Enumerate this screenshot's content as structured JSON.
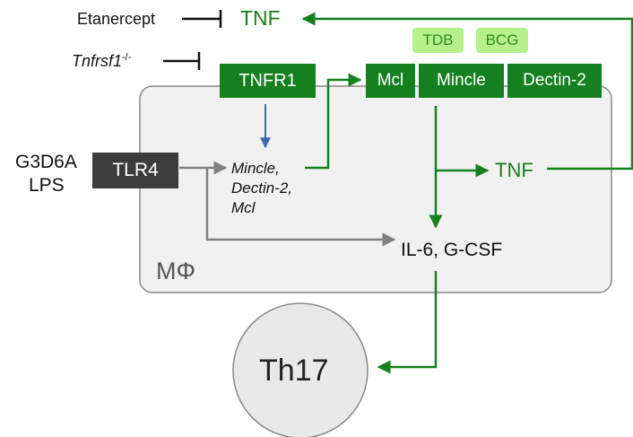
{
  "inhibitors": {
    "etanercept": "Etanercept",
    "tnfrsf1_gene": "Tnfrsf1",
    "tnfrsf1_sup": "-/-"
  },
  "tnf_top": "TNF",
  "tnf_mid": "TNF",
  "tnfr1": "TNFR1",
  "ligands": {
    "tdb": "TDB",
    "bcg": "BCG"
  },
  "receptors": {
    "mcl": "Mcl",
    "mincle": "Mincle",
    "dectin2": "Dectin-2"
  },
  "stimuli": {
    "g3d6a": "G3D6A",
    "lps": "LPS"
  },
  "tlr4": "TLR4",
  "induced_genes": {
    "line1": "Mincle,",
    "line2": "Dectin-2,",
    "line3": "Mcl"
  },
  "cytokines": "IL-6, G-CSF",
  "macrophage_label": "MΦ",
  "th17": "Th17",
  "colors": {
    "green": "#15801f",
    "light_green": "#b6f08a",
    "dark_box": "#3c3c3c",
    "gray_arrow": "#808080",
    "blue_arrow": "#3d6aa8",
    "cell_fill": "#f0f0f0"
  }
}
